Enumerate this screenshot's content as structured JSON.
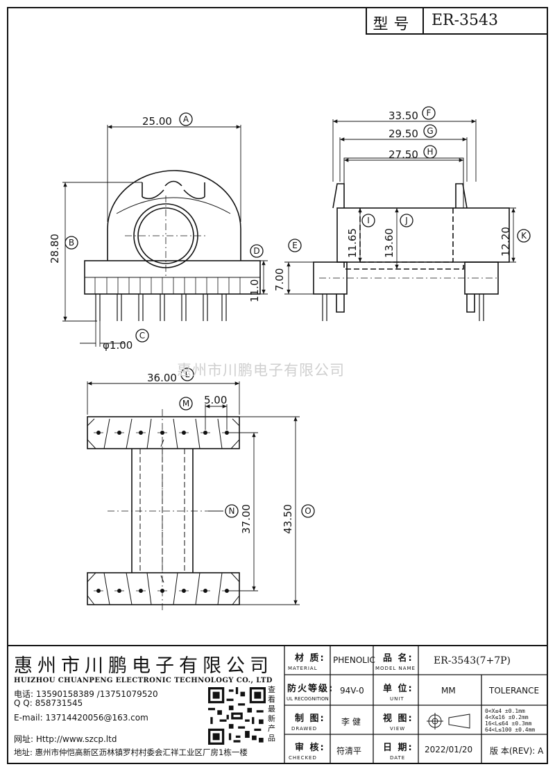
{
  "header": {
    "type_label": "型号",
    "type_value": "ER-3543"
  },
  "watermark": "惠州市川鹏电子有限公司",
  "dimensions": {
    "A": "25.00",
    "B": "28.80",
    "C": "φ1.00",
    "D": "11.0",
    "E": "7.00",
    "F": "33.50",
    "G": "29.50",
    "H": "27.50",
    "I": "11.65",
    "J": "13.60",
    "K": "12.20",
    "L": "36.00",
    "M": "5.00",
    "N": "37.00",
    "O": "43.50"
  },
  "company": {
    "name_cn": "惠州市川鹏电子有限公司",
    "name_en": "HUIZHOU CHUANPENG ELECTRONIC TECHNOLOGY CO., LTD",
    "phone": "电话: 13590158389  /13751079520",
    "qq": "Q Q:  858731545",
    "email": "E-mail: 13714420056@163.com",
    "website": "网址: Http://www.szcp.ltd",
    "address": "地址: 惠州市仲恺高新区沥林镇罗村村委会汇祥工业区厂房1栋一楼",
    "qr_caption": "查看最新产品"
  },
  "title_block": {
    "material_cn": "材 质:",
    "material_en": "MATERIAL",
    "material_value": "PHENOLIC",
    "model_cn": "品 名:",
    "model_en": "MODEL NAME",
    "model_value": "ER-3543(7+7P)",
    "flame_cn": "防火等级:",
    "flame_en": "UL RECOGNITION",
    "flame_value": "94V-0",
    "unit_cn": "单 位:",
    "unit_en": "UNIT",
    "unit_value": "MM",
    "tolerance_label": "TOLERANCE",
    "drawn_cn": "制 图:",
    "drawn_en": "DRAWED",
    "drawn_value": "李 健",
    "view_cn": "视 图:",
    "view_en": "VIEW",
    "check_cn": "审 核:",
    "check_en": "CHECKED",
    "check_value": "符清平",
    "date_cn": "日 期:",
    "date_en": "DATE",
    "date_value": "2022/01/20",
    "rev_label": "版 本(REV): A",
    "tolerances": [
      "0<X≤4    ±0.1mm",
      "4<X≤16   ±0.2mm",
      "16<L≤64  ±0.3mm",
      "64<L≤100 ±0.4mm"
    ]
  }
}
